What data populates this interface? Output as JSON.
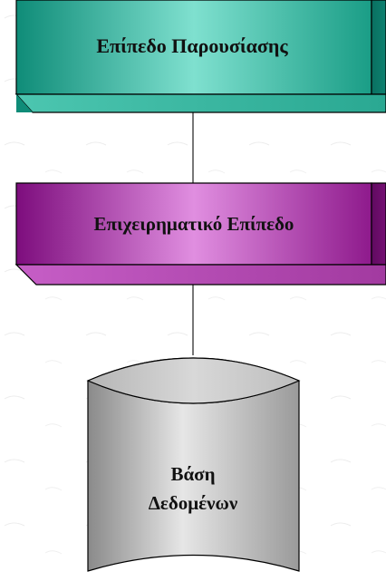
{
  "diagram": {
    "layers": [
      {
        "label": "Επίπεδο Παρουσίασης",
        "color": "#23a58a"
      },
      {
        "label": "Επιχειρηματικό Επίπεδο",
        "color": "#9a1f95"
      }
    ],
    "database": {
      "label_line1": "Βάση",
      "label_line2": "Δεδομένων",
      "color": "#c2c2c2"
    }
  }
}
